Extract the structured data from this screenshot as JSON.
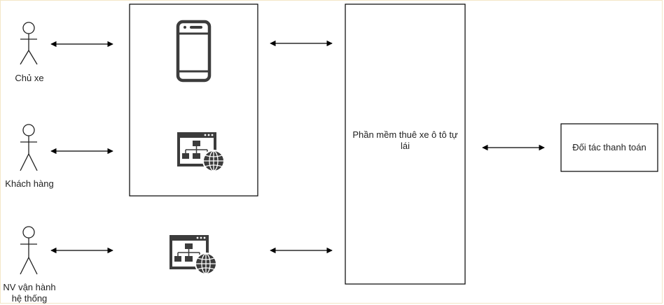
{
  "actors": [
    {
      "name": "actor-owner",
      "label": "Chủ xe"
    },
    {
      "name": "actor-customer",
      "label": "Khách hàng"
    },
    {
      "name": "actor-operator",
      "label": "NV vận hành hệ thống"
    }
  ],
  "software": {
    "label": "Phần mềm thuê xe ô tô tự lái"
  },
  "partner": {
    "label": "Đối tác thanh toán"
  },
  "icons": {
    "phone": "smartphone-icon",
    "web_app": "web-sitemap-globe-icon"
  },
  "colors": {
    "line": "#000000",
    "icon": "#3c3c3c",
    "frame": "#f3e7c7"
  }
}
